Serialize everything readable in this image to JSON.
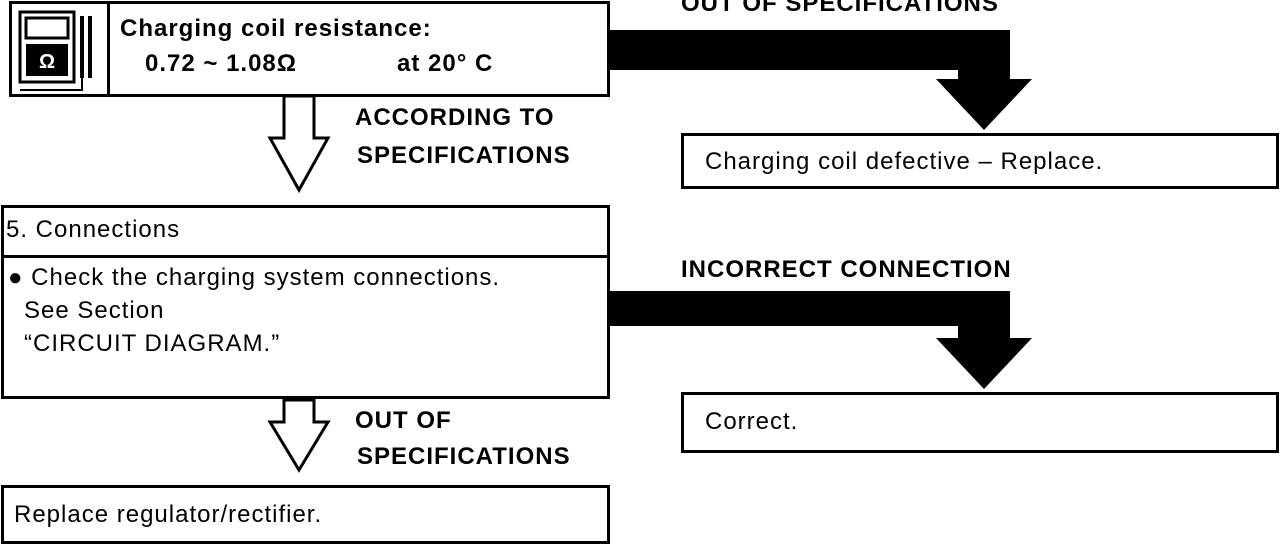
{
  "step_check": {
    "line1": "Charging coil resistance:",
    "value": "0.72 ~ 1.08Ω",
    "condition": "at 20° C"
  },
  "labels": {
    "according_to": "ACCORDING TO",
    "specifications_1": "SPECIFICATIONS",
    "out_of_top": "OUT OF SPECIFICATIONS",
    "incorrect_connection": "INCORRECT CONNECTION",
    "out_of": "OUT OF",
    "specifications_2": "SPECIFICATIONS"
  },
  "results": {
    "coil_defective": "Charging coil defective – Replace.",
    "correct": "Correct.",
    "replace_regulator": "Replace regulator/rectifier."
  },
  "step5": {
    "header": "5. Connections",
    "line1": "● Check the charging system connections.",
    "line2": "See Section",
    "line3": "“CIRCUIT DIAGRAM.”"
  },
  "icons": [
    "multimeter-icon",
    "down-arrow-icon",
    "flow-arrow-icon"
  ]
}
